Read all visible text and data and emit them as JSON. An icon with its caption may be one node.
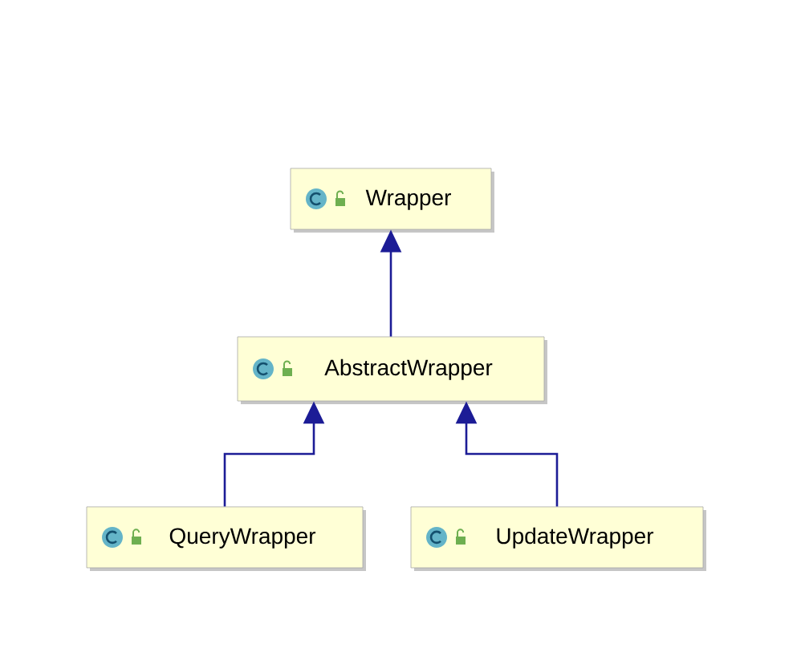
{
  "diagram": {
    "nodes": [
      {
        "text": [
          "Wrapper"
        ]
      },
      {
        "text": [
          "AbstractWrapper"
        ]
      },
      {
        "text": [
          "QueryWrapper"
        ]
      },
      {
        "text": [
          "UpdateWrapper"
        ]
      }
    ],
    "edges": [
      {
        "from": 1,
        "to": 0,
        "arrow": "to"
      },
      {
        "from": 2,
        "to": 1,
        "arrow": "to"
      },
      {
        "from": 3,
        "to": 1,
        "arrow": "to"
      }
    ]
  }
}
